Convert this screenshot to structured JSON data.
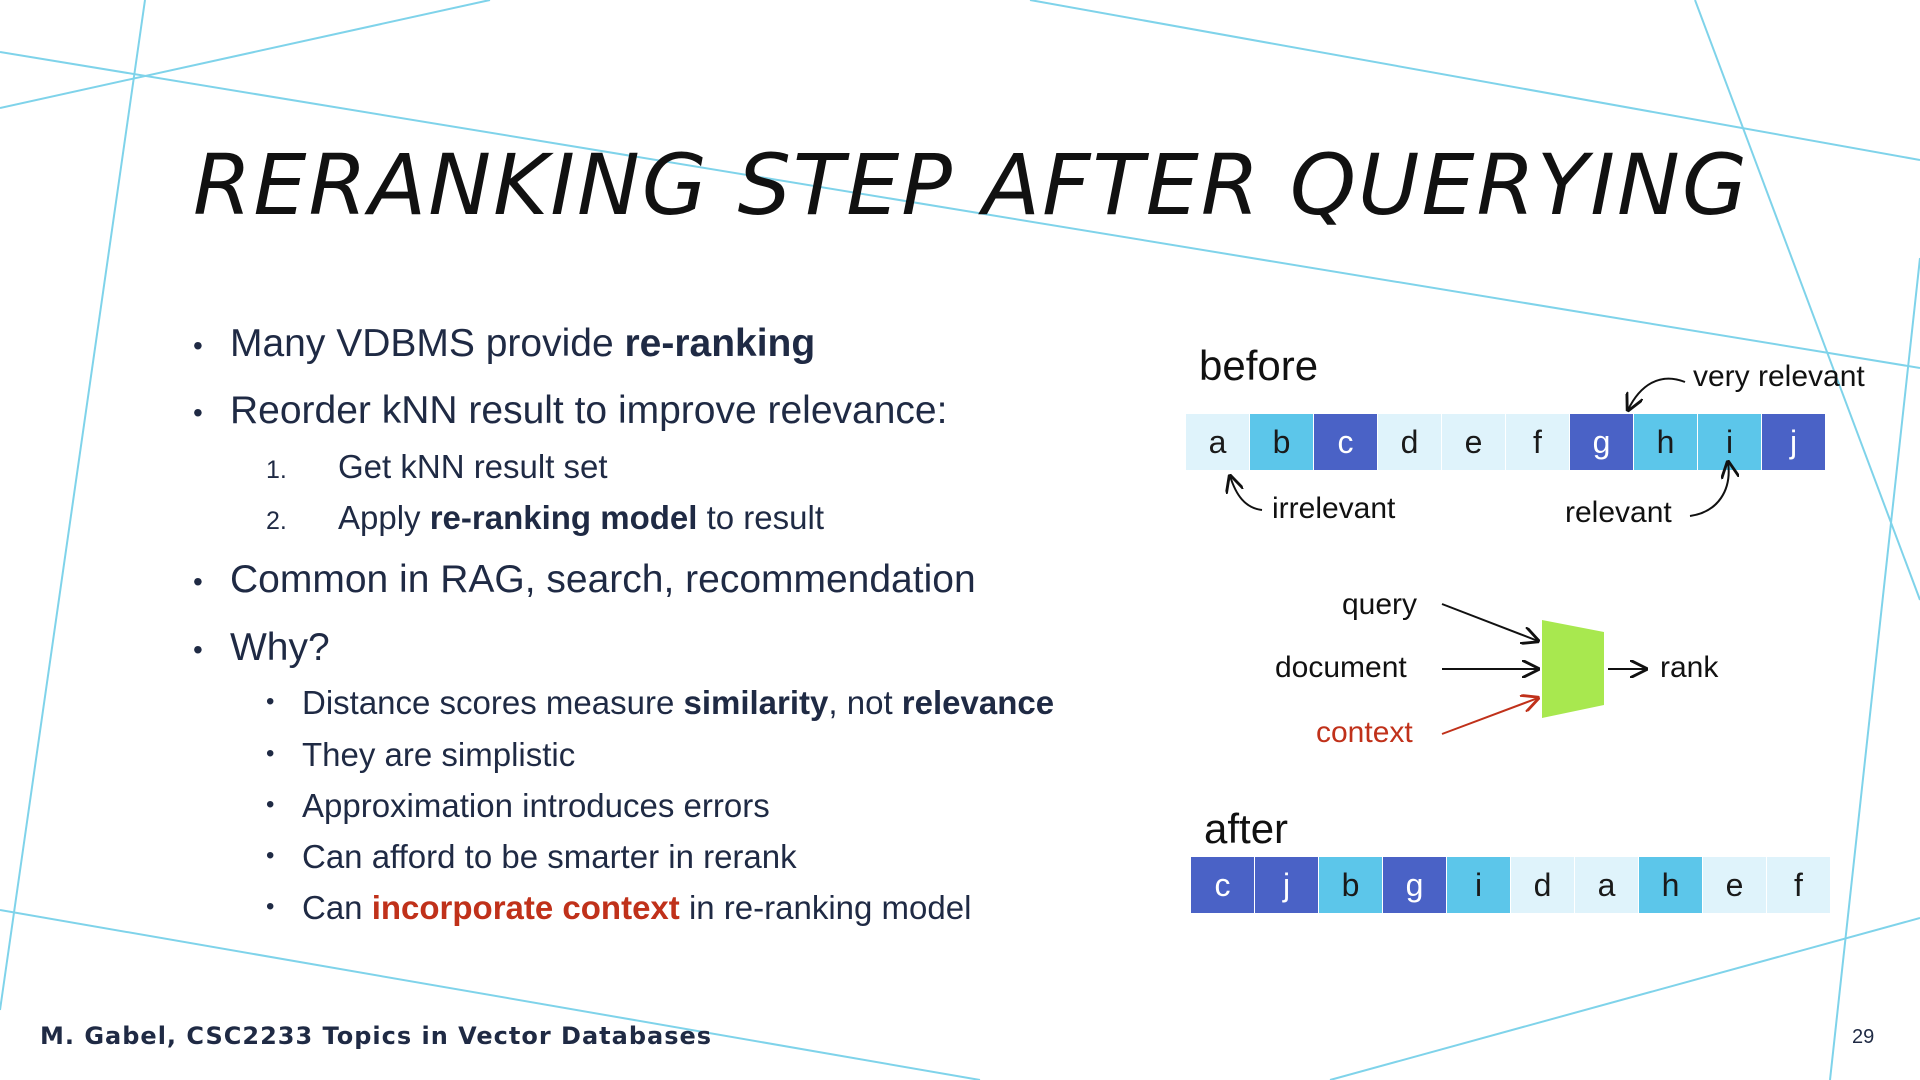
{
  "slide": {
    "title": "RERANKING STEP AFTER QUERYING",
    "footer": "M. Gabel, CSC2233 Topics in Vector Databases",
    "page_number": "29"
  },
  "bullets": {
    "b1": {
      "text": "Many VDBMS provide ",
      "bold": "re-ranking"
    },
    "b2": {
      "text": "Reorder kNN result to improve relevance:"
    },
    "s1": {
      "num": "1.",
      "text": "Get kNN result set"
    },
    "s2": {
      "num": "2.",
      "pre": "Apply ",
      "bold": "re-ranking model",
      "post": " to result"
    },
    "b3": {
      "text": "Common in RAG, search, recommendation"
    },
    "b4": {
      "text": "Why?"
    },
    "w1": {
      "pre": "Distance scores measure ",
      "bold1": "similarity",
      "mid": ", not ",
      "bold2": "relevance"
    },
    "w2": {
      "text": "They are simplistic"
    },
    "w3": {
      "text": "Approximation introduces errors"
    },
    "w4": {
      "text": "Can afford to be smarter in rerank"
    },
    "w5": {
      "pre": "Can ",
      "highlight": "incorporate context",
      "post": " in re-ranking model"
    },
    "bullet_char": "•"
  },
  "diagram": {
    "before_label": "before",
    "after_label": "after",
    "annotations": {
      "very_relevant": "very relevant",
      "irrelevant": "irrelevant",
      "relevant": "relevant"
    },
    "model_inputs": {
      "query": "query",
      "document": "document",
      "context": "context"
    },
    "model_output": "rank",
    "before_items": [
      {
        "label": "a",
        "relevance": "irrelevant"
      },
      {
        "label": "b",
        "relevance": "relevant"
      },
      {
        "label": "c",
        "relevance": "very relevant"
      },
      {
        "label": "d",
        "relevance": "irrelevant"
      },
      {
        "label": "e",
        "relevance": "irrelevant"
      },
      {
        "label": "f",
        "relevance": "irrelevant"
      },
      {
        "label": "g",
        "relevance": "very relevant"
      },
      {
        "label": "h",
        "relevance": "relevant"
      },
      {
        "label": "i",
        "relevance": "relevant"
      },
      {
        "label": "j",
        "relevance": "very relevant"
      }
    ],
    "after_items": [
      {
        "label": "c",
        "relevance": "very relevant"
      },
      {
        "label": "j",
        "relevance": "very relevant"
      },
      {
        "label": "b",
        "relevance": "relevant"
      },
      {
        "label": "g",
        "relevance": "very relevant"
      },
      {
        "label": "i",
        "relevance": "relevant"
      },
      {
        "label": "d",
        "relevance": "irrelevant"
      },
      {
        "label": "a",
        "relevance": "irrelevant"
      },
      {
        "label": "h",
        "relevance": "relevant"
      },
      {
        "label": "e",
        "relevance": "irrelevant"
      },
      {
        "label": "f",
        "relevance": "irrelevant"
      }
    ]
  },
  "colors": {
    "irrelevant": "#dff3fb",
    "relevant": "#5cc6ea",
    "very_relevant": "#4a62c6",
    "model": "#a8e84f",
    "context": "#c0311a",
    "decor_lines": "#7fd3ea"
  }
}
